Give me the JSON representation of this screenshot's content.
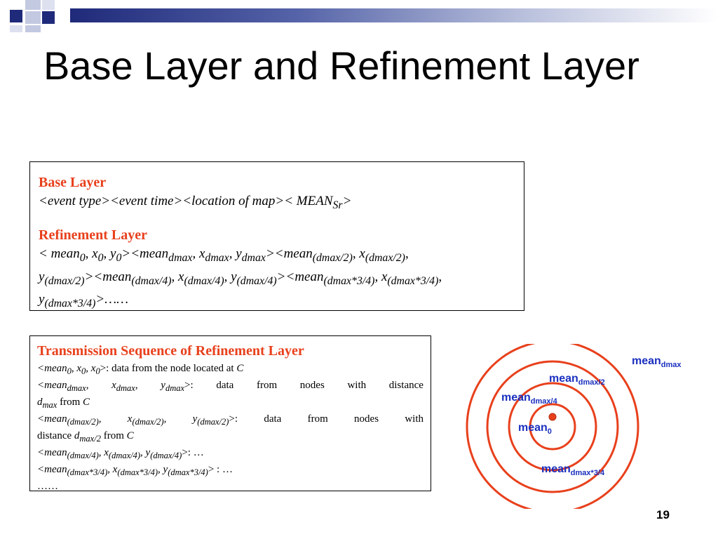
{
  "slide": {
    "title": "Base Layer and Refinement Layer",
    "page_number": "19"
  },
  "colors": {
    "heading_red": "#e8401c",
    "label_blue": "#1a2fbf",
    "circle": "#e8401c",
    "header_navy": "#1f2a7a"
  },
  "base_box": {
    "base_heading": "Base Layer",
    "base_line": {
      "a": "<event type><event time><location of map>< MEAN",
      "a_sub": "Sr",
      "b": ">"
    },
    "refinement_heading": "Refinement Layer",
    "ref_line1": {
      "t1": "< mean",
      "s1": "0",
      "t2": ", x",
      "s2": "0",
      "t3": ", y",
      "s3": "0",
      "t4": "><mean",
      "s4": "dmax",
      "t5": ", x",
      "s5": "dmax",
      "t6": ", y",
      "s6": "dmax",
      "t7": "><mean",
      "s7": "(dmax/2)",
      "t8": ", x",
      "s8": "(dmax/2)",
      "t9": ","
    },
    "ref_line2": {
      "t1": "y",
      "s1": "(dmax/2)",
      "t2": "><mean",
      "s2": "(dmax/4)",
      "t3": ", x",
      "s3": "(dmax/4)",
      "t4": ", y",
      "s4": "(dmax/4)",
      "t5": "><mean",
      "s5": "(dmax*3/4)",
      "t6": ", x",
      "s6": "(dmax*3/4)",
      "t7": ","
    },
    "ref_line3": {
      "t1": "y",
      "s1": "(dmax*3/4)",
      "t2": ">……"
    }
  },
  "sequence_box": {
    "heading": "Transmission Sequence of Refinement Layer",
    "l1": {
      "t1": "<mean",
      "s1": "0",
      "t2": ", x",
      "s2": "0",
      "t3": ", x",
      "s3": "0",
      "t4": ">: data from the node located at ",
      "t5": "C"
    },
    "l2": {
      "t1": "<mean",
      "s1": "dmax",
      "t2": ",",
      "t3": "x",
      "s3": "dmax",
      "t4": ",",
      "t5": "y",
      "s5": "dmax",
      "t6": ">:",
      "w1": "data",
      "w2": "from",
      "w3": "nodes",
      "w4": "with",
      "w5": "distance"
    },
    "l3": {
      "t1": "d",
      "s1": "max",
      "t2": " from ",
      "t3": "C"
    },
    "l4": {
      "t1": "<mean",
      "s1": "(dmax/2)",
      "t2": ",",
      "t3": "x",
      "s3": "(dmax/2)",
      "t4": ",",
      "t5": "y",
      "s5": "(dmax/2)",
      "t6": ">:",
      "w1": "data",
      "w2": "from",
      "w3": "nodes",
      "w4": "with"
    },
    "l5": {
      "t1": "distance ",
      "t2": "d",
      "s2": "max/2",
      "t3": " from ",
      "t4": "C"
    },
    "l6": {
      "t1": "<mean",
      "s1": "(dmax/4)",
      "t2": ", x",
      "s2": "(dmax/4)",
      "t3": ", y",
      "s3": "(dmax/4)",
      "t4": ">: …"
    },
    "l7": {
      "t1": "<mean",
      "s1": "(dmax*3/4)",
      "t2": ", x",
      "s2": "(dmax*3/4)",
      "t3": ", y",
      "s3": "(dmax*3/4)",
      "t4": "> : …"
    },
    "l8": "……"
  },
  "diagram": {
    "labels": {
      "dmax": {
        "base": "mean",
        "sub": "dmax"
      },
      "d2": {
        "base": "mean",
        "sub": "dmax/2"
      },
      "d4": {
        "base": "mean",
        "sub": "dmax/4"
      },
      "d0": {
        "base": "mean",
        "sub": "0"
      },
      "d34": {
        "base": "mean",
        "sub": "dmax*3/4"
      }
    }
  }
}
